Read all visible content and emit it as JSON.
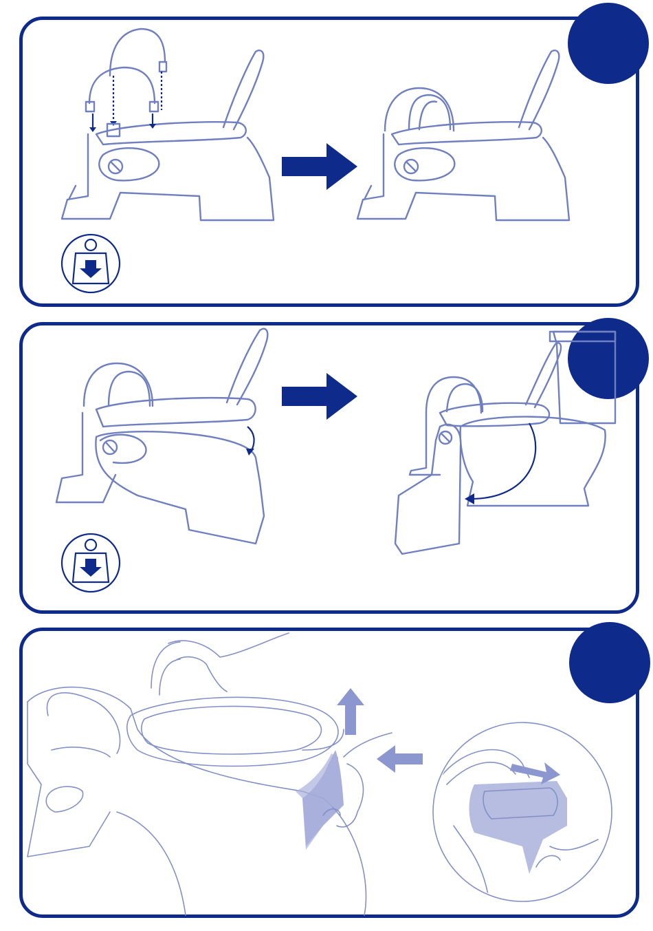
{
  "steps": [
    {
      "id": 1,
      "label": "",
      "color": "#0e2a8a"
    },
    {
      "id": 2,
      "label": "",
      "color": "#0e2a8a"
    },
    {
      "id": 3,
      "label": "",
      "color": "#0e2a8a"
    }
  ],
  "icons": {
    "weight_icon": "weight-down-icon",
    "arrow_icon": "right-arrow-icon"
  },
  "colors": {
    "primary": "#0e2a8a",
    "line": "#6f7fbf",
    "accent": "#8c96cf"
  }
}
